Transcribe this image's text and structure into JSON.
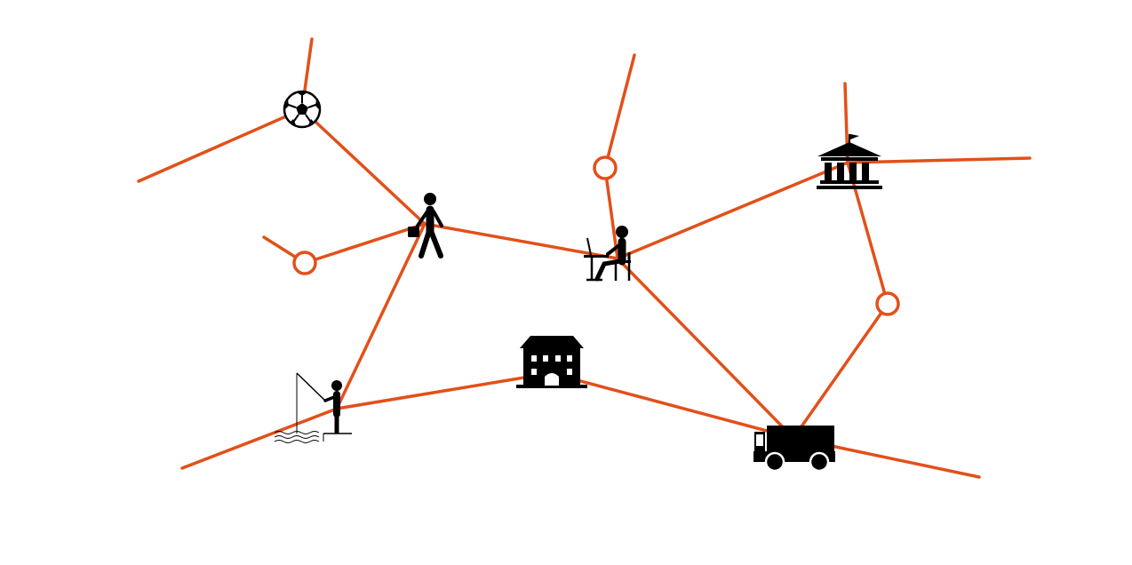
{
  "colors": {
    "line": "#E2501A",
    "icon": "#000000",
    "background": "#FFFFFF"
  },
  "nodes": [
    {
      "id": "ball",
      "icon": "soccer-ball-icon"
    },
    {
      "id": "walker",
      "icon": "businessman-walking-icon"
    },
    {
      "id": "laptop",
      "icon": "person-at-laptop-icon"
    },
    {
      "id": "civic",
      "icon": "civic-building-icon"
    },
    {
      "id": "school",
      "icon": "school-building-icon"
    },
    {
      "id": "fisher",
      "icon": "person-fishing-icon"
    },
    {
      "id": "truck",
      "icon": "delivery-truck-icon"
    },
    {
      "id": "hub1",
      "icon": "empty-hub-node"
    },
    {
      "id": "hub2",
      "icon": "empty-hub-node"
    },
    {
      "id": "hub3",
      "icon": "empty-hub-node"
    }
  ],
  "edges": [
    [
      "ball",
      "stub-top-left"
    ],
    [
      "ball",
      "stub-left"
    ],
    [
      "ball",
      "walker"
    ],
    [
      "hub1",
      "stub-hub1"
    ],
    [
      "hub1",
      "walker"
    ],
    [
      "walker",
      "laptop"
    ],
    [
      "walker",
      "fisher"
    ],
    [
      "hub2",
      "stub-hub2"
    ],
    [
      "hub2",
      "laptop"
    ],
    [
      "laptop",
      "civic"
    ],
    [
      "laptop",
      "truck"
    ],
    [
      "civic",
      "stub-civic-top"
    ],
    [
      "civic",
      "stub-civic-right"
    ],
    [
      "civic",
      "hub3"
    ],
    [
      "hub3",
      "truck"
    ],
    [
      "fisher",
      "stub-fisher"
    ],
    [
      "fisher",
      "school"
    ],
    [
      "school",
      "truck"
    ],
    [
      "truck",
      "stub-truck"
    ]
  ]
}
